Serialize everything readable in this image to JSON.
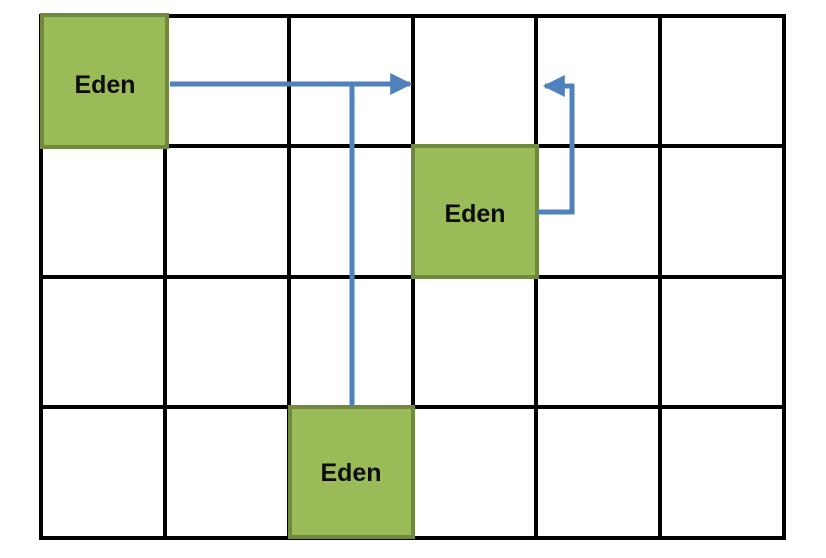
{
  "diagram": {
    "type": "grid-diagram",
    "grid": {
      "rows": 4,
      "columns": 6
    },
    "cells": [
      {
        "label": "Eden",
        "row": 0,
        "column": 0
      },
      {
        "label": "Eden",
        "row": 1,
        "column": 3
      },
      {
        "label": "Eden",
        "row": 3,
        "column": 2
      }
    ],
    "arrows": [
      {
        "id": "arrow-right",
        "from_cell": "row 0 column 0",
        "to_cell": "row 0 column 3",
        "direction": "right"
      },
      {
        "id": "connector-up",
        "from_cell": "row 3 column 2",
        "to": "rightward arrow line",
        "direction": "up"
      },
      {
        "id": "arrow-left",
        "from_cell": "row 1 column 3",
        "to_cell": "row 0 column 3",
        "direction": "right-up-left"
      }
    ],
    "colors": {
      "cell_fill": "#9bbb59",
      "cell_border": "#71893f",
      "arrow": "#4f81bd",
      "grid_line": "#000000",
      "label_text": "#0d0d0d",
      "background": "#ffffff"
    }
  }
}
